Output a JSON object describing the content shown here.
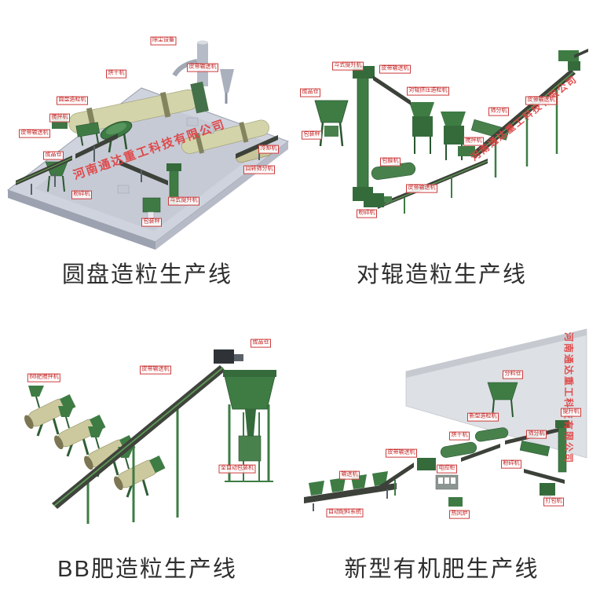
{
  "watermark": {
    "text": "河南通达重工科技有限公司",
    "color": "#e04040"
  },
  "colors": {
    "machine_green": "#3e7c44",
    "machine_green_dark": "#356b3b",
    "drum_khaki": "#d4d4aa",
    "platform_gray": "#cfd3dd",
    "belt_dark": "#3c4139",
    "label_red": "#c22020",
    "caption_text": "#2e2e2e"
  },
  "sections": [
    {
      "caption": "圆盘造粒生产线",
      "labels": [
        "除尘设备",
        "烘干机",
        "皮带输送机",
        "圆盘造粒机",
        "搅拌机",
        "皮带输送机",
        "成品仓",
        "粉碎机",
        "包装秤",
        "冷却机",
        "回转筛分机",
        "斗式提升机"
      ]
    },
    {
      "caption": "对辊造粒生产线",
      "labels": [
        "斗式提升机",
        "皮带输送机",
        "成品仓",
        "包装秤",
        "对辊挤压造粒机",
        "筛分机",
        "皮带输送机",
        "搅拌机",
        "皮带输送机",
        "粉碎机",
        "包膜机"
      ]
    },
    {
      "caption": "BB肥造粒生产线",
      "labels": [
        "BB肥搅拌机",
        "皮带输送机",
        "成品仓",
        "全自动包装机"
      ]
    },
    {
      "caption": "新型有机肥生产线",
      "labels": [
        "分料仓",
        "皮带输送机",
        "输送机",
        "新型造粒机",
        "烘干机",
        "筛分机",
        "提升机",
        "粉碎机",
        "打包机",
        "电控柜",
        "热风炉",
        "自动配料系统"
      ]
    }
  ]
}
